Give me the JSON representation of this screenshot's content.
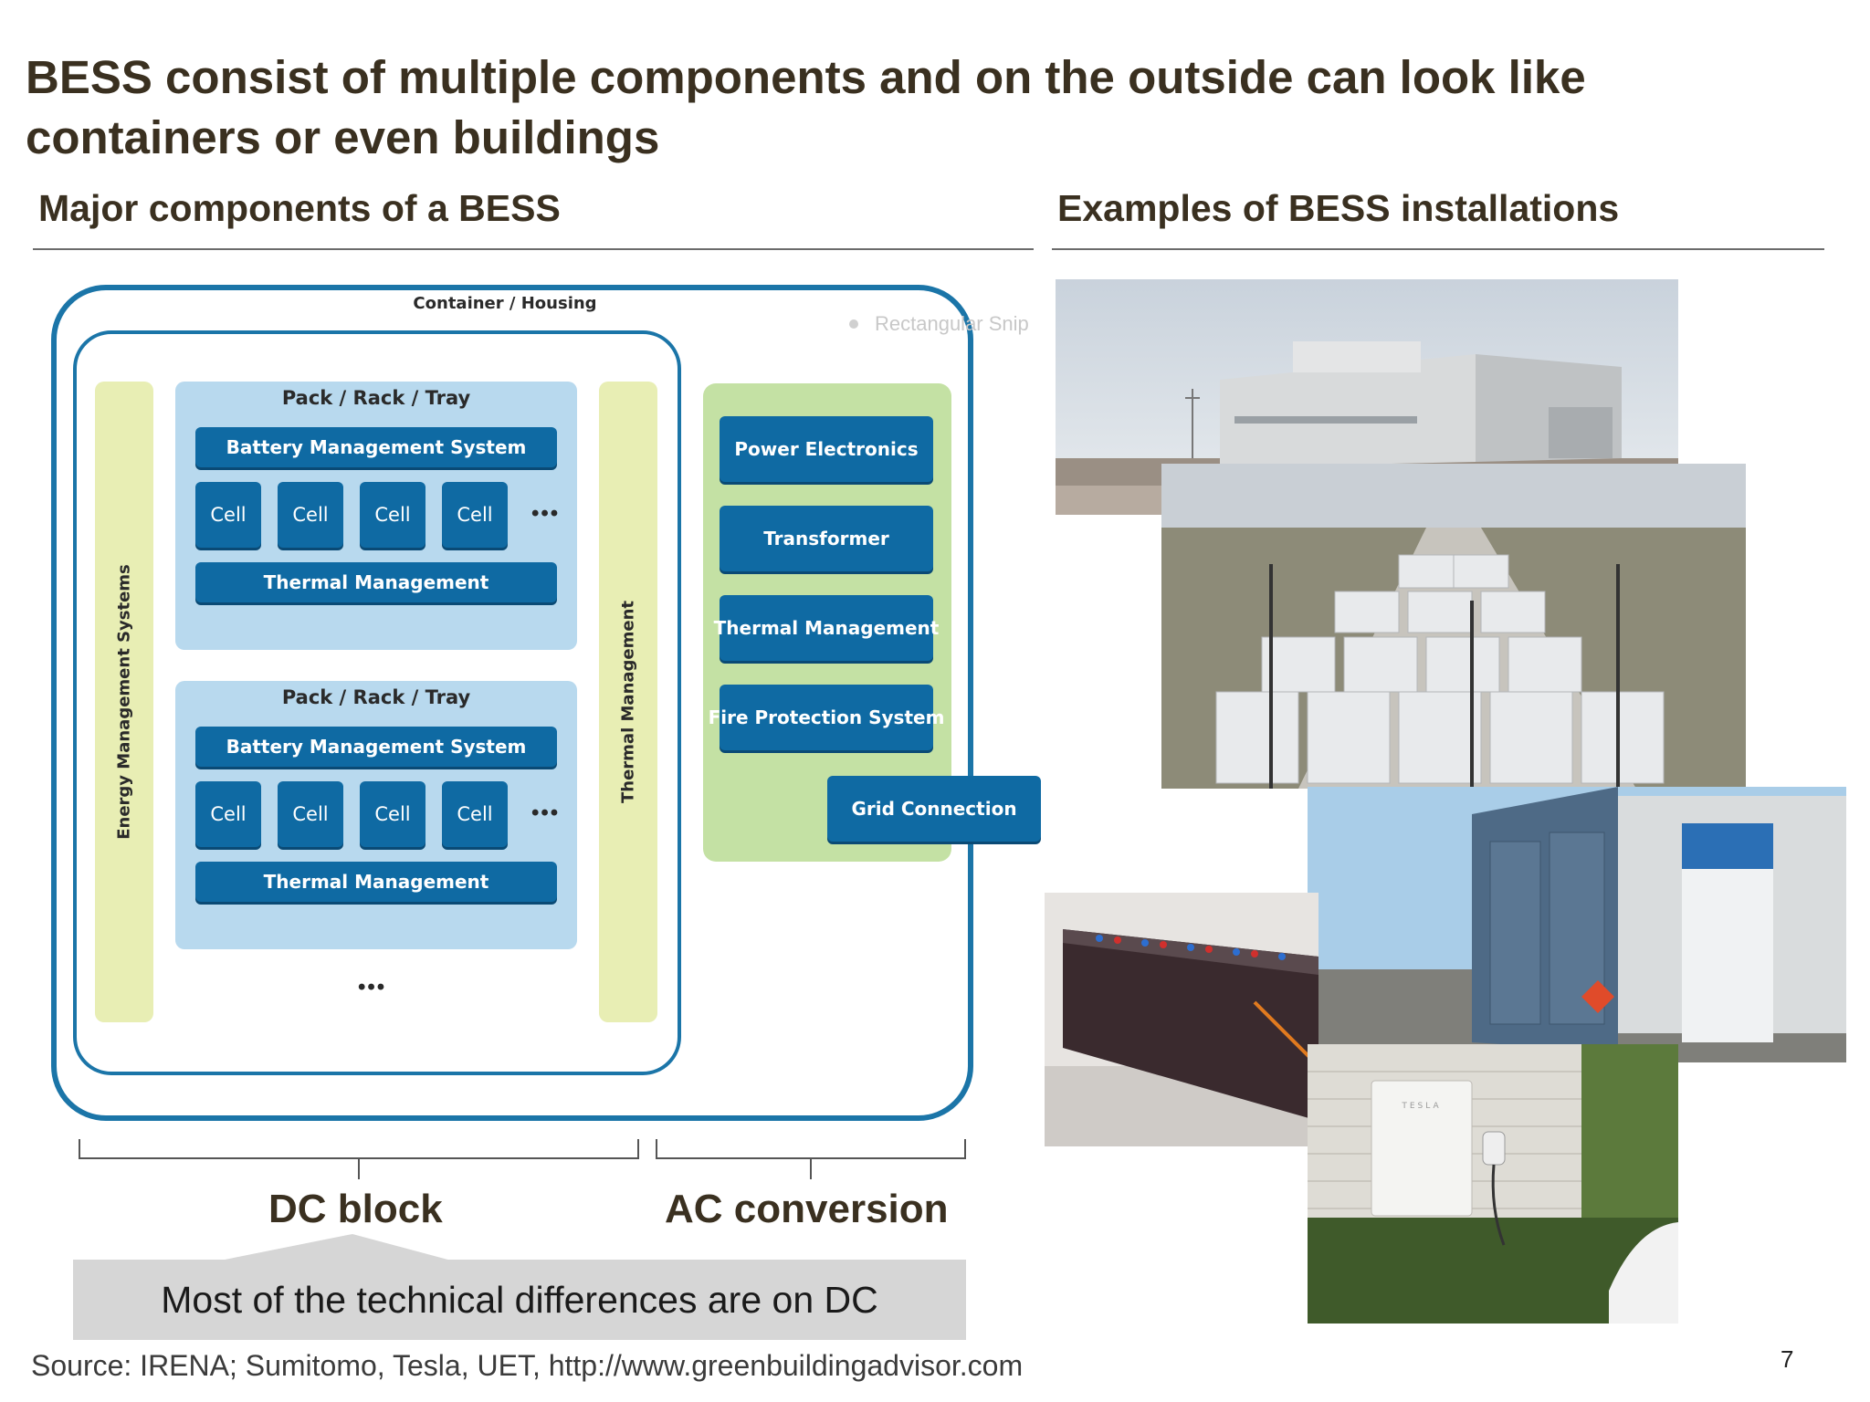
{
  "slide": {
    "title": "BESS consist of multiple components and on the outside can look like containers or even buildings",
    "left_heading": "Major components of a BESS",
    "right_heading": "Examples of BESS installations",
    "page_number": "7",
    "source": "Source: IRENA; Sumitomo, Tesla, UET, http://www.greenbuildingadvisor.com"
  },
  "diagram": {
    "container_label": "Container / Housing",
    "ems_label": "Energy Management Systems",
    "thermal_bar_label": "Thermal Management",
    "ghost_text": "Rectangular Snip",
    "packs": [
      {
        "title": "Pack / Rack / Tray",
        "bms": "Battery Management System",
        "cells": [
          "Cell",
          "Cell",
          "Cell",
          "Cell"
        ],
        "ellipsis": "•••",
        "thermal": "Thermal Management"
      },
      {
        "title": "Pack / Rack / Tray",
        "bms": "Battery Management System",
        "cells": [
          "Cell",
          "Cell",
          "Cell",
          "Cell"
        ],
        "ellipsis": "•••",
        "thermal": "Thermal Management"
      }
    ],
    "more_packs": "•••",
    "ac_components": [
      "Power Electronics",
      "Transformer",
      "Thermal Management",
      "Fire Protection System"
    ],
    "grid_connection": "Grid Connection"
  },
  "braces": {
    "dc_label": "DC block",
    "ac_label": "AC conversion"
  },
  "callout": {
    "text": "Most of the technical differences are on DC"
  },
  "photos": [
    {
      "name": "building-photo",
      "tesla_text": ""
    },
    {
      "name": "container-field-photo"
    },
    {
      "name": "container-unit-photo"
    },
    {
      "name": "battery-rack-photo"
    },
    {
      "name": "home-battery-photo",
      "tesla_text": "TESLA"
    }
  ],
  "colors": {
    "block_blue": "#0f6aa3",
    "container_border": "#1b75a8",
    "pack_bg": "#b8d9ee",
    "bar_bg": "#e8eeb4",
    "ac_bg": "#c4e1a4",
    "callout_bg": "#d6d6d6"
  }
}
